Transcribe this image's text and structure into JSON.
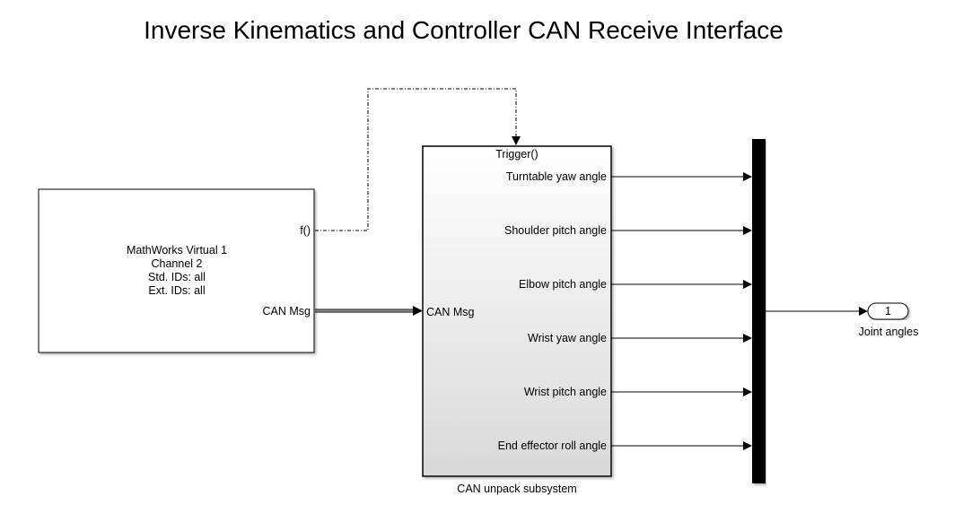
{
  "title": "Inverse Kinematics and Controller CAN Receive Interface",
  "can_receive_block": {
    "lines": [
      "MathWorks Virtual 1",
      "Channel 2",
      "Std. IDs: all",
      "Ext. IDs: all"
    ],
    "port_fcall": "f()",
    "port_msg": "CAN Msg"
  },
  "unpack_subsystem": {
    "name": "CAN unpack subsystem",
    "trigger_label": "Trigger()",
    "input_label": "CAN Msg",
    "outputs": [
      "Turntable yaw angle",
      "Shoulder pitch angle",
      "Elbow pitch angle",
      "Wrist yaw angle",
      "Wrist pitch angle",
      "End effector roll angle"
    ]
  },
  "outport": {
    "number": "1",
    "name": "Joint angles"
  }
}
